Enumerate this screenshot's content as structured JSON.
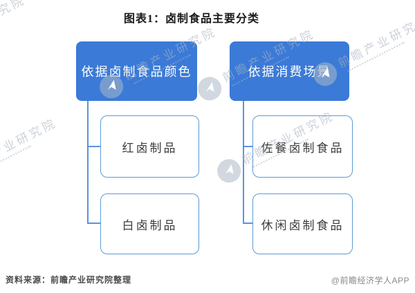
{
  "title": "图表1：卤制食品主要分类",
  "tree": {
    "columns": [
      {
        "parent": "依据卤制食品颜色",
        "children": [
          "红卤制品",
          "白卤制品"
        ]
      },
      {
        "parent": "依据消费场景",
        "children": [
          "佐餐卤制食品",
          "休闲卤制食品"
        ]
      }
    ]
  },
  "footer": {
    "source": "资料来源：前瞻产业研究院整理",
    "brand": "@前瞻经济学人APP"
  },
  "watermark": {
    "text": "前瞻产业研究院",
    "logo": "qianzhan-logo-icon"
  },
  "colors": {
    "parent_fill": "#3b7ad7",
    "parent_text": "#ffffff",
    "child_border": "#5b9bd5",
    "connector": "#5b93dd",
    "watermark": "#a8b3c1"
  }
}
